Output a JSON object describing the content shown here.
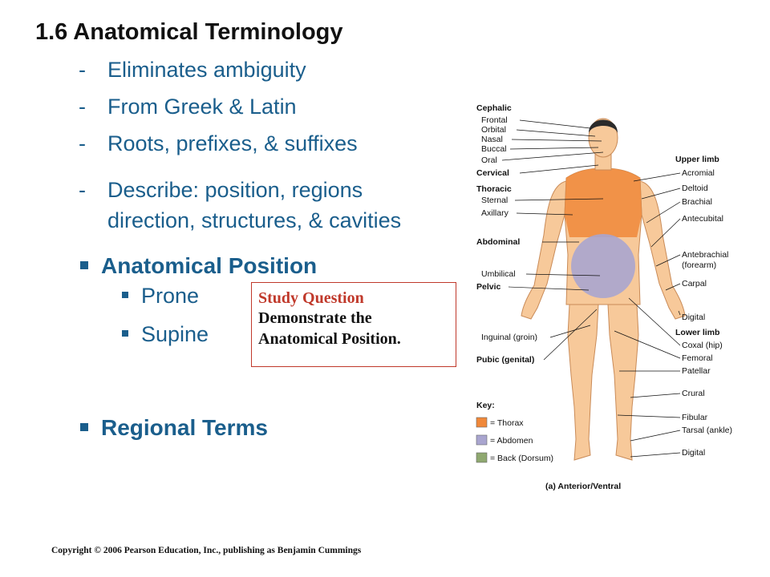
{
  "slide": {
    "title": "1.6 Anatomical Terminology",
    "dash_items": [
      "Eliminates ambiguity",
      "From Greek & Latin",
      "Roots, prefixes, & suffixes",
      "Describe: position, regions"
    ],
    "dash_item_continuation": "direction, structures, & cavities",
    "dash_symbol": "-",
    "anatomical_position": {
      "label": "Anatomical Position",
      "subitems": [
        "Prone",
        "Supine"
      ]
    },
    "regional_terms": "Regional Terms",
    "study_question": {
      "title": "Study Question",
      "line1": "Demonstrate the",
      "line2": "Anatomical Position."
    },
    "copyright": "Copyright © 2006 Pearson Education, Inc., publishing as Benjamin Cummings"
  },
  "diagram": {
    "left_labels": {
      "cephalic": "Cephalic",
      "frontal": "Frontal",
      "orbital": "Orbital",
      "nasal": "Nasal",
      "buccal": "Buccal",
      "oral": "Oral",
      "cervical": "Cervical",
      "thoracic": "Thoracic",
      "sternal": "Sternal",
      "axillary": "Axillary",
      "abdominal": "Abdominal",
      "umbilical": "Umbilical",
      "pelvic": "Pelvic",
      "inguinal": "Inguinal (groin)",
      "pubic": "Pubic (genital)"
    },
    "right_labels": {
      "upper_limb": "Upper limb",
      "acromial": "Acromial",
      "deltoid": "Deltoid",
      "brachial": "Brachial",
      "antecubital": "Antecubital",
      "antebrachial": "Antebrachial",
      "forearm": "(forearm)",
      "carpal": "Carpal",
      "digital_upper": "Digital",
      "lower_limb": "Lower limb",
      "coxal": "Coxal (hip)",
      "femoral": "Femoral",
      "patellar": "Patellar",
      "crural": "Crural",
      "fibular": "Fibular",
      "tarsal": "Tarsal (ankle)",
      "digital_lower": "Digital"
    },
    "key": {
      "title": "Key:",
      "thorax": "= Thorax",
      "abdomen": "= Abdomen",
      "back": "= Back (Dorsum)"
    },
    "caption": "(a) Anterior/Ventral",
    "colors": {
      "thorax": "#f0883a",
      "abdomen": "#a9a5cf",
      "back": "#8fa870",
      "skin": "#f7c99a"
    }
  }
}
